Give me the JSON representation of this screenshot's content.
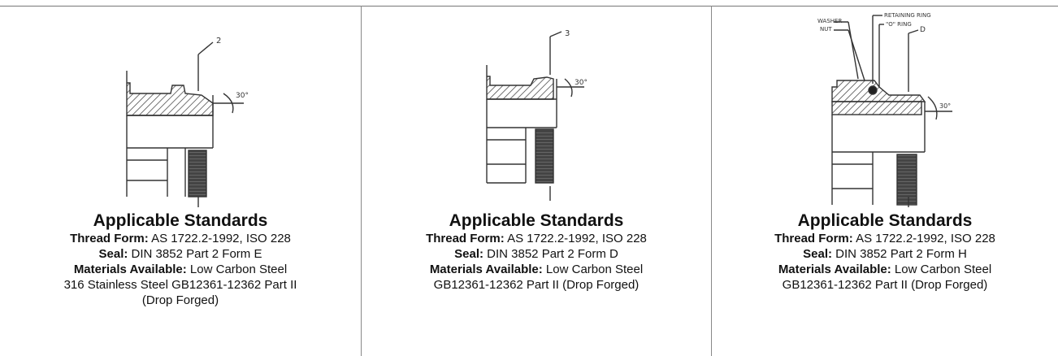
{
  "columns": [
    {
      "callouts": {
        "dimension": "2",
        "angle": "30°"
      },
      "heading": "Applicable Standards",
      "lines": [
        {
          "label": "Thread Form:",
          "value": " AS 1722.2-1992, ISO 228"
        },
        {
          "label": "Seal:",
          "value": " DIN 3852 Part 2 Form E"
        },
        {
          "label": "Materials Available:",
          "value": "  Low Carbon Steel"
        },
        {
          "label": "",
          "value": "316 Stainless Steel GB12361-12362 Part II"
        },
        {
          "label": "",
          "value": "(Drop Forged)"
        }
      ]
    },
    {
      "callouts": {
        "dimension": "3",
        "angle": "30°"
      },
      "heading": "Applicable Standards",
      "lines": [
        {
          "label": "Thread Form:",
          "value": "  AS 1722.2-1992, ISO 228"
        },
        {
          "label": "Seal:",
          "value": "  DIN 3852 Part 2 Form D"
        },
        {
          "label": "Materials Available:",
          "value": "  Low Carbon Steel"
        },
        {
          "label": "",
          "value": "GB12361-12362 Part II (Drop Forged)"
        }
      ]
    },
    {
      "callouts": {
        "washer": "WASHER",
        "nut": "NUT",
        "retaining_ring": "RETAINING RING",
        "o_ring": "\"O\" RING",
        "dimension": "D",
        "angle": "30°"
      },
      "heading": "Applicable Standards",
      "lines": [
        {
          "label": "Thread Form:",
          "value": " AS 1722.2-1992, ISO 228"
        },
        {
          "label": "Seal:",
          "value": " DIN 3852 Part 2 Form H"
        },
        {
          "label": "Materials Available:",
          "value": " Low Carbon Steel"
        },
        {
          "label": "",
          "value": "GB12361-12362 Part II (Drop Forged)"
        }
      ]
    }
  ]
}
